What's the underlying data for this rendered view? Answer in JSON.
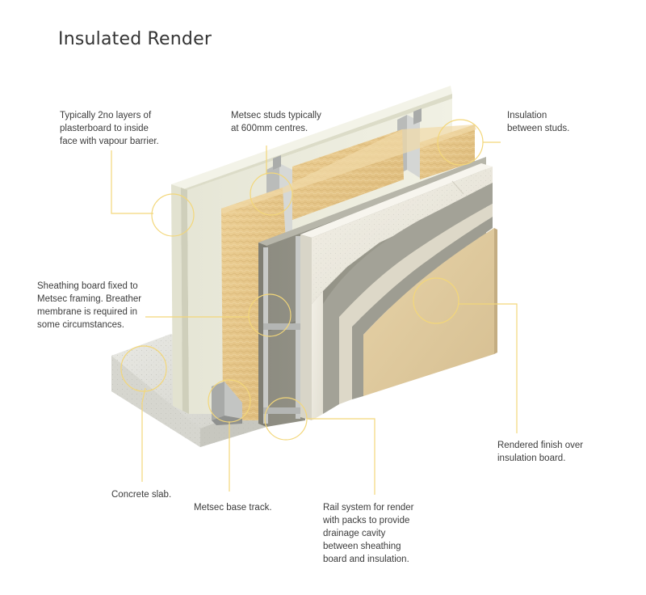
{
  "title": "Insulated Render",
  "colors": {
    "accent": "#f3d77a",
    "plasterboard": "#e8e8d8",
    "insulation": "#e6c688",
    "sheathing": "#9b9a8e",
    "insulation_board": "#ebe8dc",
    "render": "#dcc69a",
    "concrete": "#dcdcd6",
    "steel": "#c9cbc9"
  },
  "callouts": [
    {
      "id": "plasterboard",
      "text": "Typically 2no layers of\nplasterboard to inside\nface with vapour barrier."
    },
    {
      "id": "studs",
      "text": "Metsec studs typically\nat 600mm centres."
    },
    {
      "id": "insulation",
      "text": "Insulation\nbetween studs."
    },
    {
      "id": "sheathing",
      "text": "Sheathing board fixed to\nMetsec framing. Breather\nmembrane is required in\nsome circumstances."
    },
    {
      "id": "render",
      "text": "Rendered finish over\ninsulation board."
    },
    {
      "id": "slab",
      "text": "Concrete slab."
    },
    {
      "id": "base_track",
      "text": "Metsec base track."
    },
    {
      "id": "rail",
      "text": "Rail system for render\nwith packs to provide\ndrainage cavity\nbetween sheathing\nboard and insulation."
    }
  ]
}
